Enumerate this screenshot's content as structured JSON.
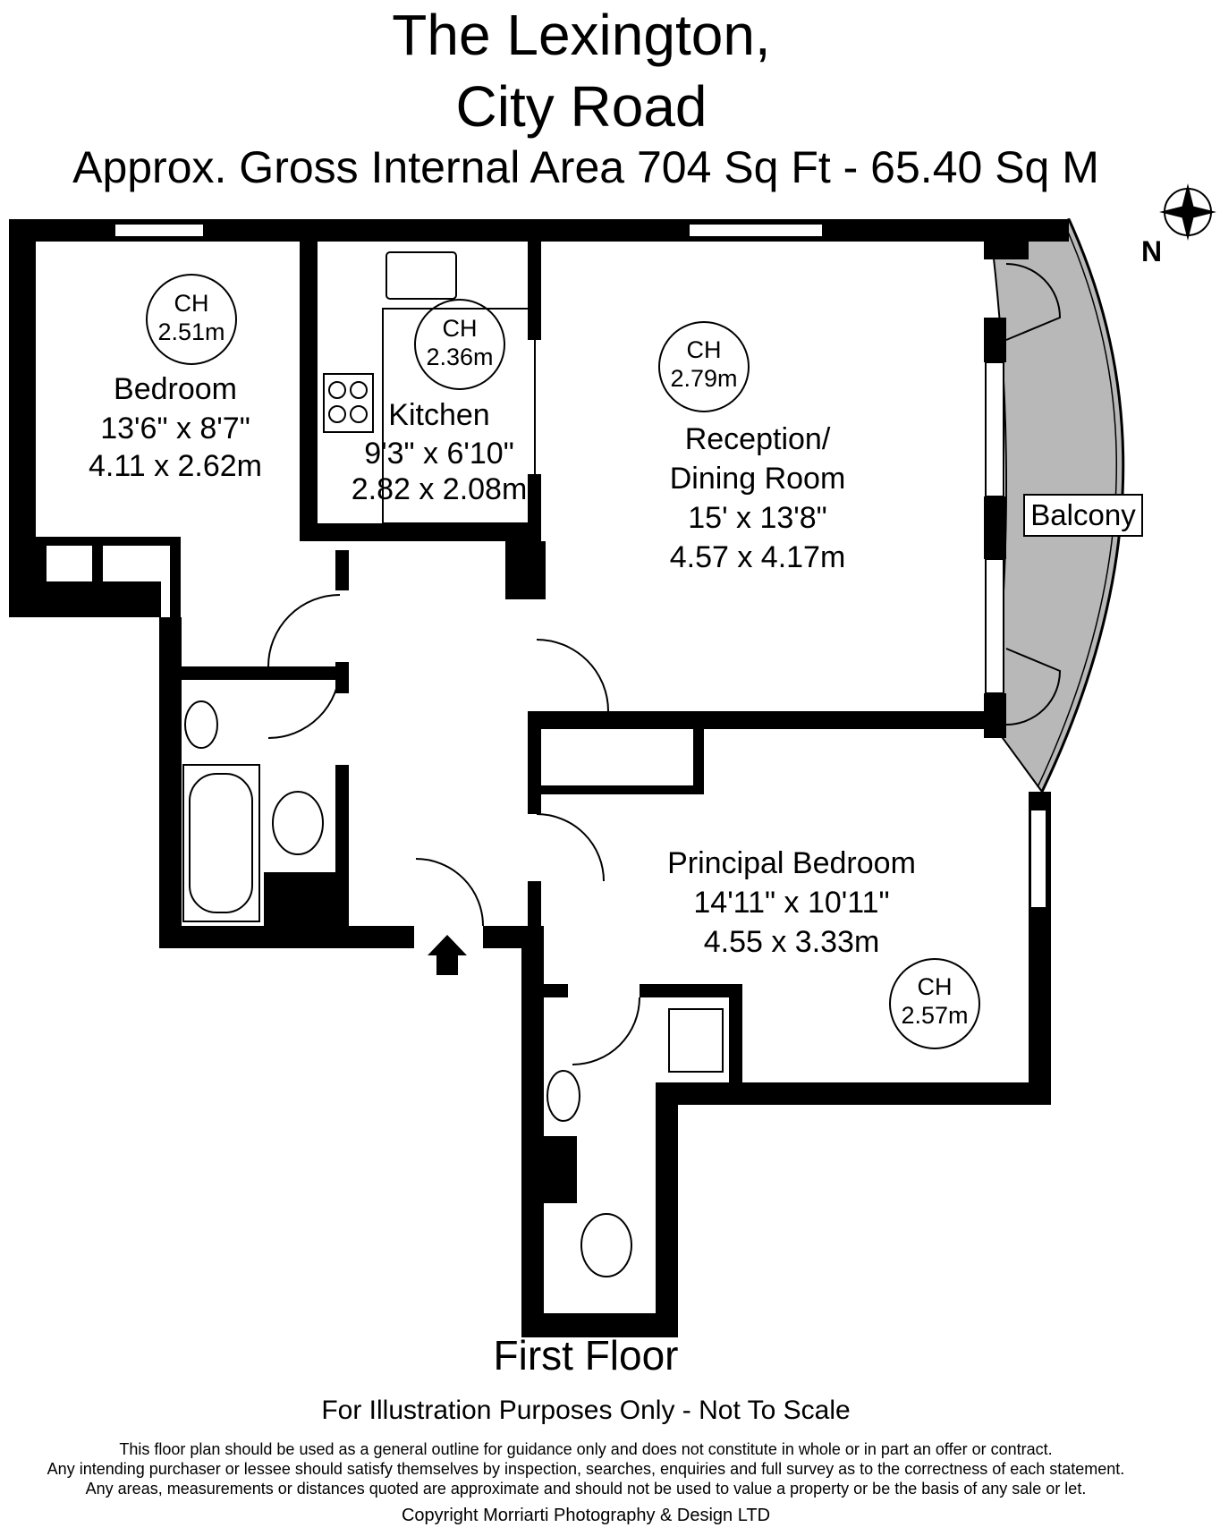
{
  "header": {
    "title_line1": "The Lexington,",
    "title_line2": "City Road",
    "area": "Approx. Gross Internal Area   704 Sq Ft  -  65.40 Sq M"
  },
  "compass": {
    "label": "N"
  },
  "rooms": {
    "bedroom": {
      "name": "Bedroom",
      "imperial": "13'6\" x 8'7\"",
      "metric": "4.11 x 2.62m",
      "ch_label": "CH",
      "ch_height": "2.51m"
    },
    "kitchen": {
      "name": "Kitchen",
      "imperial": "9'3\" x 6'10\"",
      "metric": "2.82 x 2.08m",
      "ch_label": "CH",
      "ch_height": "2.36m"
    },
    "reception": {
      "name_line1": "Reception/",
      "name_line2": "Dining Room",
      "imperial": "15' x 13'8\"",
      "metric": "4.57 x 4.17m",
      "ch_label": "CH",
      "ch_height": "2.79m"
    },
    "principal": {
      "name": "Principal Bedroom",
      "imperial": "14'11\" x 10'11\"",
      "metric": "4.55 x 3.33m",
      "ch_label": "CH",
      "ch_height": "2.57m"
    },
    "balcony": {
      "name": "Balcony"
    }
  },
  "footer": {
    "floor": "First Floor",
    "illustration_note": "For Illustration Purposes Only - Not To Scale",
    "disclaimer_line1": "This floor plan should be used as a general outline for guidance only and does not constitute in whole or in part an offer or contract.",
    "disclaimer_line2": "Any intending purchaser or lessee should satisfy themselves by inspection, searches, enquiries and full survey as to the correctness of each statement.",
    "disclaimer_line3": "Any areas, measurements or distances quoted are approximate and should not be used to value a property or be the basis of any sale or let.",
    "copyright": "Copyright Morriarti Photography & Design LTD"
  },
  "colors": {
    "wall": "#000000",
    "balcony_fill": "#b8b8b8",
    "background": "#ffffff"
  }
}
